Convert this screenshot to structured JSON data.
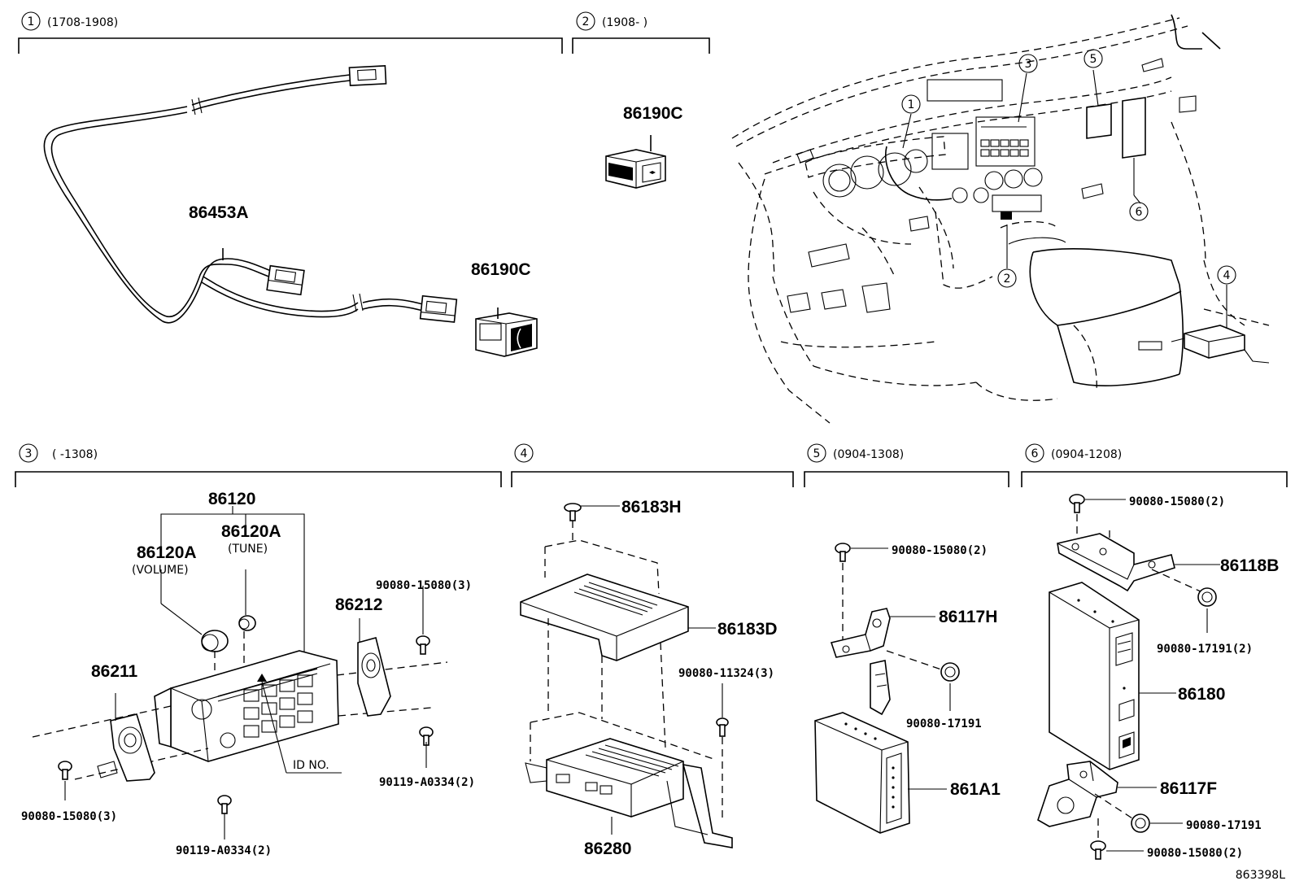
{
  "sections": [
    {
      "num": "1",
      "range": "(1708-1908)"
    },
    {
      "num": "2",
      "range": "(1908-      )"
    },
    {
      "num": "3",
      "range": "(      -1308)"
    },
    {
      "num": "4",
      "range": ""
    },
    {
      "num": "5",
      "range": "(0904-1308)"
    },
    {
      "num": "6",
      "range": "(0904-1208)"
    }
  ],
  "parts": {
    "p86453A": "86453A",
    "p86190C_a": "86190C",
    "p86190C_b": "86190C",
    "p86120": "86120",
    "p86120A_vol": "86120A",
    "vol_label": "(VOLUME)",
    "p86120A_tune": "86120A",
    "tune_label": "(TUNE)",
    "p86211": "86211",
    "p86212": "86212",
    "id_no": "ID NO.",
    "b90080_15080_3a": "90080-15080(3)",
    "b90080_15080_3b": "90080-15080(3)",
    "b90119_A0334_2a": "90119-A0334(2)",
    "b90119_A0334_2b": "90119-A0334(2)",
    "p86183H": "86183H",
    "p86183D": "86183D",
    "b90080_11324_3": "90080-11324(3)",
    "p86280": "86280",
    "b90080_15080_2a": "90080-15080(2)",
    "p86117H": "86117H",
    "b90080_17191_a": "90080-17191",
    "p861A1": "861A1",
    "b90080_15080_2b": "90080-15080(2)",
    "p86118B": "86118B",
    "b90080_17191_2": "90080-17191(2)",
    "p86180": "86180",
    "p86117F": "86117F",
    "b90080_17191_b": "90080-17191",
    "b90080_15080_2c": "90080-15080(2)"
  },
  "overview_callouts": [
    "1",
    "2",
    "3",
    "4",
    "5",
    "6"
  ],
  "diagram_id": "863398L"
}
